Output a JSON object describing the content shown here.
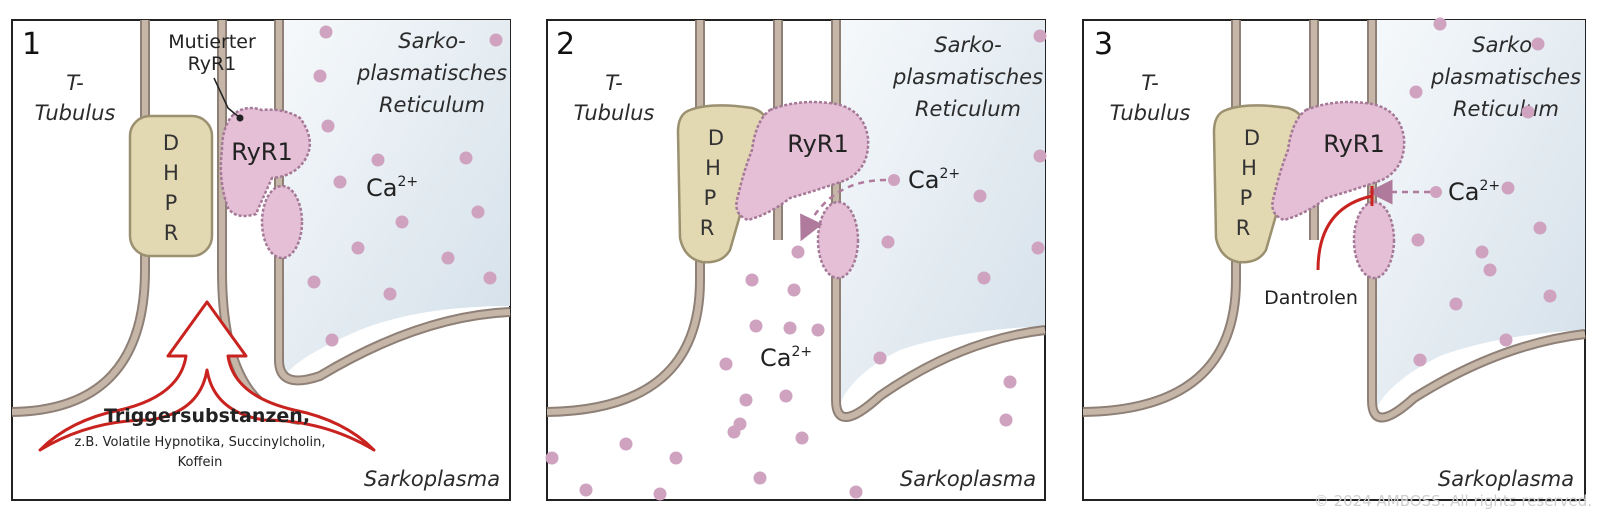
{
  "colors": {
    "membrane": "#c5b6a8",
    "membrane_stroke": "#8e8076",
    "reticulum_fill": "#dde7ef",
    "protein_ryr": "#e4bfd6",
    "protein_ryr_stroke": "#a47896",
    "dhpr_fill": "#e2d8b2",
    "dhpr_stroke": "#9b9070",
    "calcium_dot": "#cfa2bf",
    "trigger_red": "#c8231f",
    "dantrolen_red": "#c8231f"
  },
  "panels": [
    {
      "number": "1",
      "t_tubulus_line1": "T-",
      "t_tubulus_line2": "Tubulus",
      "reticulum_line1": "Sarko-",
      "reticulum_line2": "plasmatisches",
      "reticulum_line3": "Reticulum",
      "sarkoplasma": "Sarkoplasma",
      "dhpr_letters": [
        "D",
        "H",
        "P",
        "R"
      ],
      "ryr_label": "RyR1",
      "ryr_callout_line1": "Mutierter",
      "ryr_callout_line2": "RyR1",
      "calcium": "Ca",
      "calcium_sup": "2+",
      "trigger_title": "Triggersubstanzen,",
      "trigger_sub_line1": "z.B. Volatile Hypnotika, Succinylcholin,",
      "trigger_sub_line2": "Koffein"
    },
    {
      "number": "2",
      "t_tubulus_line1": "T-",
      "t_tubulus_line2": "Tubulus",
      "reticulum_line1": "Sarko-",
      "reticulum_line2": "plasmatisches",
      "reticulum_line3": "Reticulum",
      "sarkoplasma": "Sarkoplasma",
      "dhpr_letters": [
        "D",
        "H",
        "P",
        "R"
      ],
      "ryr_label": "RyR1",
      "calcium_upper": "Ca",
      "calcium_upper_sup": "2+",
      "calcium_lower": "Ca",
      "calcium_lower_sup": "2+"
    },
    {
      "number": "3",
      "t_tubulus_line1": "T-",
      "t_tubulus_line2": "Tubulus",
      "reticulum_line1": "Sarko-",
      "reticulum_line2": "plasmatisches",
      "reticulum_line3": "Reticulum",
      "sarkoplasma": "Sarkoplasma",
      "dhpr_letters": [
        "D",
        "H",
        "P",
        "R"
      ],
      "ryr_label": "RyR1",
      "calcium": "Ca",
      "calcium_sup": "2+",
      "drug": "Dantrolen"
    }
  ],
  "copyright": "© 2024 AMBOSS. All rights reserved."
}
